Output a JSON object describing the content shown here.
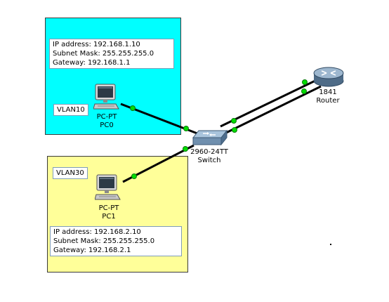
{
  "diagram": {
    "vlan10": {
      "label": "VLAN10",
      "ip_config": {
        "ip_address": "IP address: 192.168.1.10",
        "subnet_mask": "Subnet Mask: 255.255.255.0",
        "gateway": "Gateway: 192.168.1.1"
      },
      "area_color": "#00ffff"
    },
    "vlan30": {
      "label": "VLAN30",
      "ip_config": {
        "ip_address": "IP address: 192.168.2.10",
        "subnet_mask": "Subnet Mask: 255.255.255.0",
        "gateway": "Gateway: 192.168.2.1"
      },
      "area_color": "#ffff99"
    },
    "devices": {
      "pc0": {
        "model": "PC-PT",
        "name": "PC0",
        "icon": "pc-icon"
      },
      "pc1": {
        "model": "PC-PT",
        "name": "PC1",
        "icon": "pc-icon"
      },
      "switch": {
        "model": "2960-24TT",
        "name": "Switch",
        "icon": "switch-icon"
      },
      "router": {
        "model": "1841",
        "name": "Router",
        "icon": "router-icon"
      }
    },
    "links": [
      {
        "from": "pc0",
        "to": "switch"
      },
      {
        "from": "pc1",
        "to": "switch"
      },
      {
        "from": "switch",
        "to": "router"
      },
      {
        "from": "switch",
        "to": "router"
      }
    ],
    "link_status_color": "#00dd00"
  }
}
